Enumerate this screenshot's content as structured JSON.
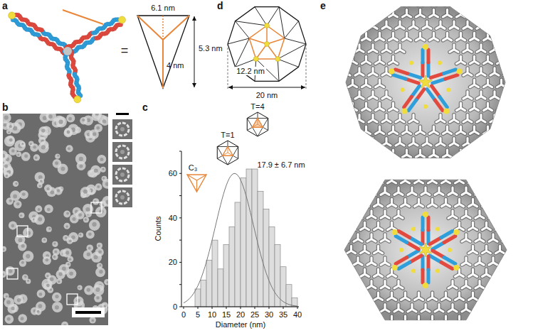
{
  "diagram": {
    "labels": [
      "a",
      "=",
      "6.1 nm",
      "4 nm",
      "5.3 nm",
      "b",
      "c",
      "T=4",
      "T=1",
      "C₃",
      "17.9 ± 6.7 nm",
      "0",
      "20",
      "40",
      "60",
      "0",
      "5",
      "10",
      "15",
      "20",
      "25",
      "30",
      "35",
      "40",
      "Counts",
      "Diameter (nm)",
      "d",
      "12.2 nm",
      "20 nm",
      "e"
    ]
  }
}
